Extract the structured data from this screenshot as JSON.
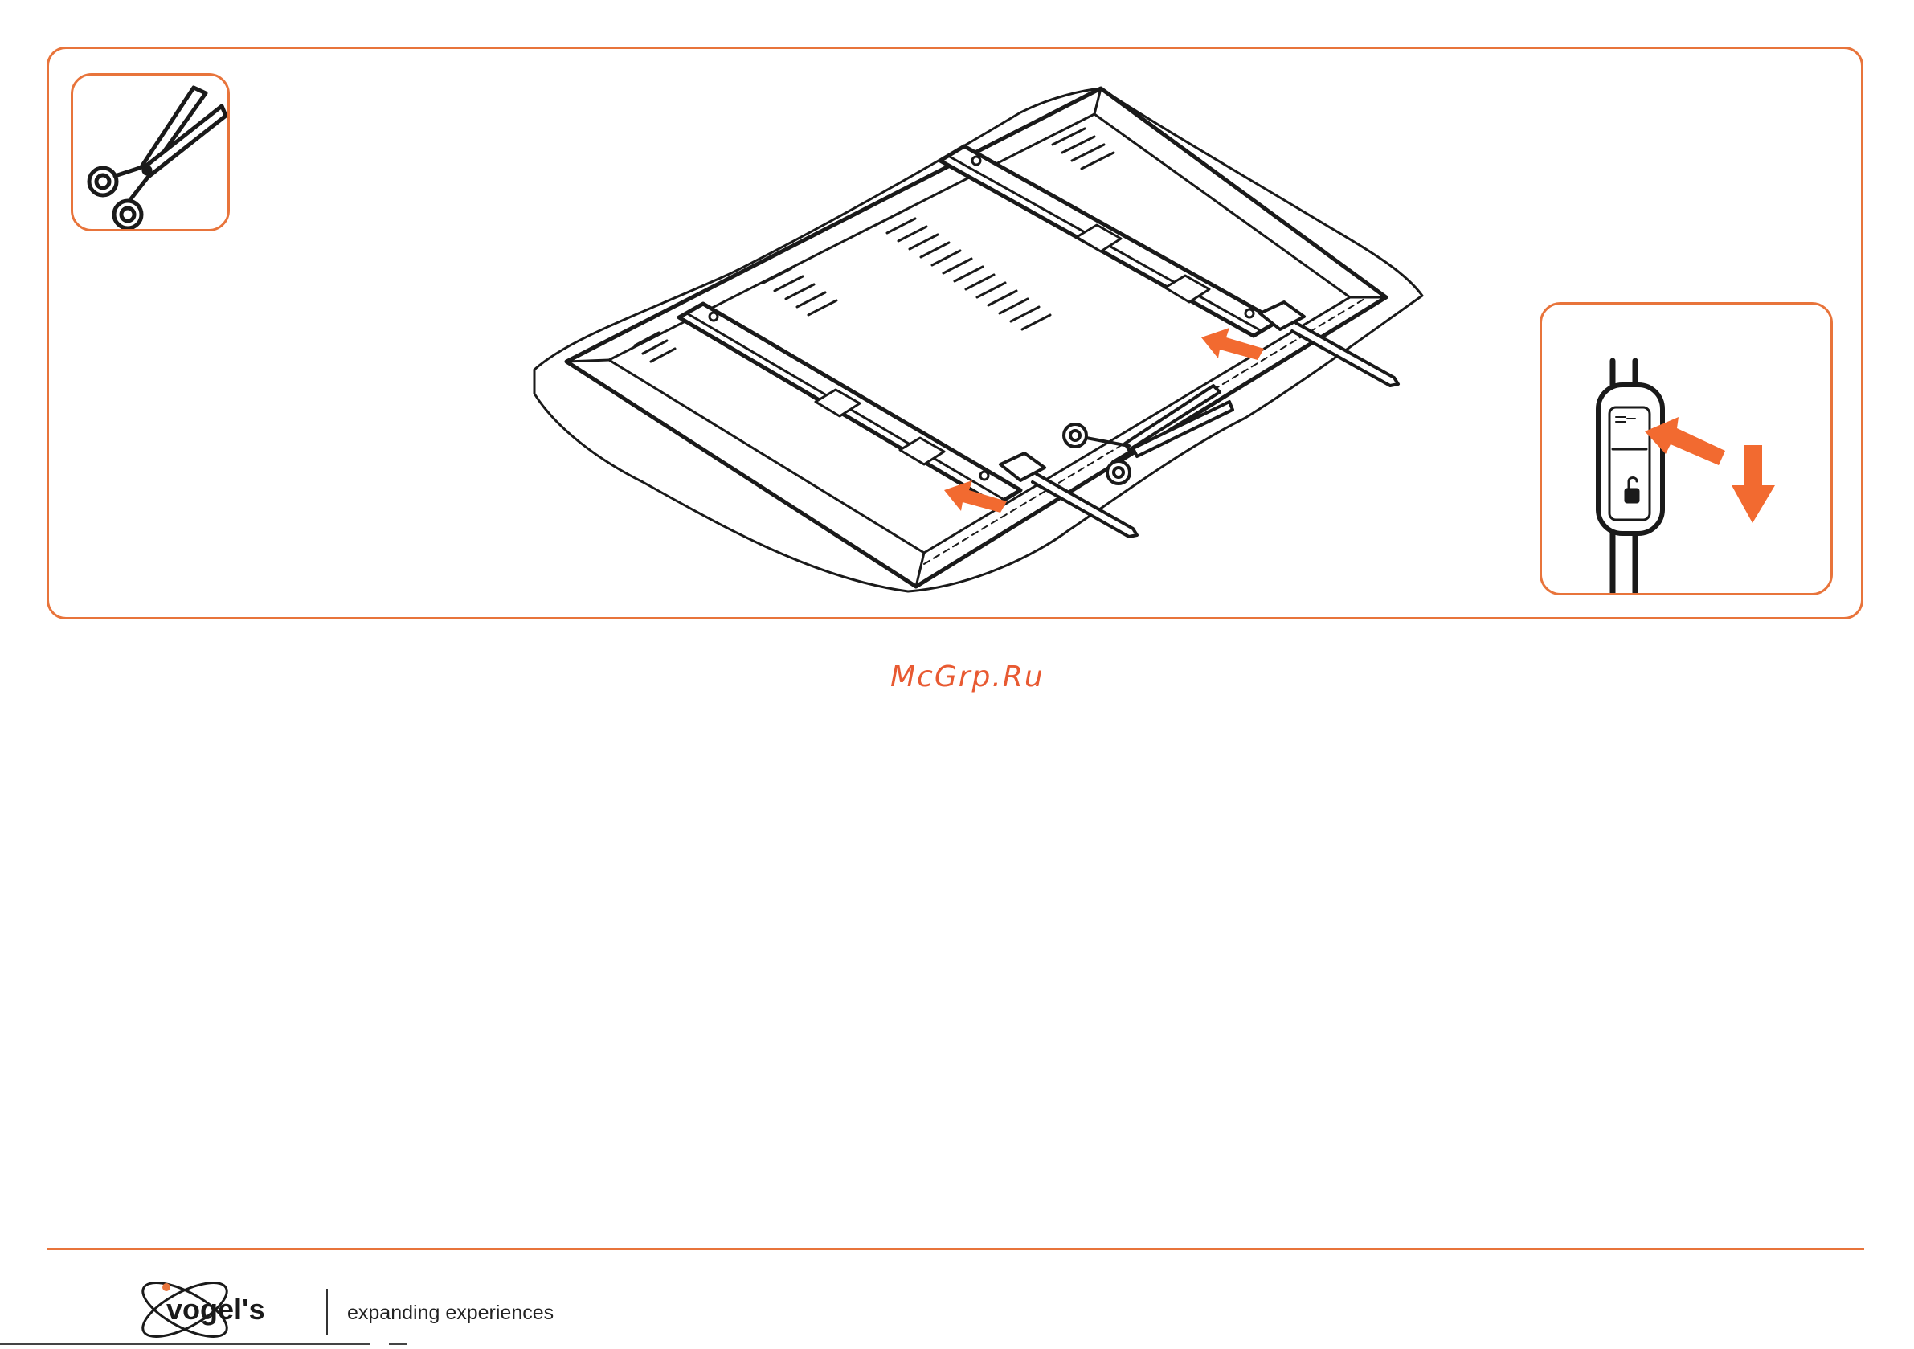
{
  "colors": {
    "accent": "#e8743b",
    "arrow": "#f26a30",
    "watermark": "#e85a32",
    "line": "#1a1a1a"
  },
  "icons": {
    "scissors_inset": "scissors-icon",
    "lock_inset": "lock-icon",
    "arrow": "arrow-icon"
  },
  "watermark": {
    "text": "McGrp.Ru"
  },
  "footer": {
    "brand": "vogel's",
    "tagline": "expanding experiences"
  }
}
